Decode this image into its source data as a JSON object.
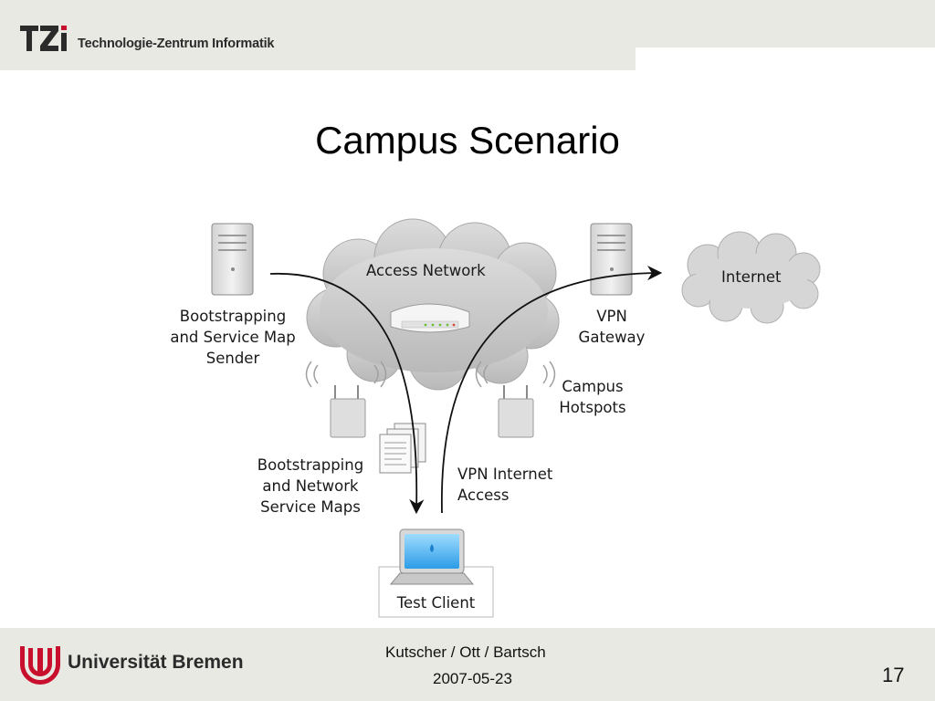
{
  "header": {
    "logo_text": "TZi",
    "institute": "Technologie-Zentrum Informatik"
  },
  "slide": {
    "title": "Campus Scenario"
  },
  "diagram": {
    "access_network": "Access Network",
    "internet": "Internet",
    "sender_line1": "Bootstrapping",
    "sender_line2": "and Service Map",
    "sender_line3": "Sender",
    "vpn_line1": "VPN",
    "vpn_line2": "Gateway",
    "hotspots_line1": "Campus",
    "hotspots_line2": "Hotspots",
    "maps_line1": "Bootstrapping",
    "maps_line2": "and Network",
    "maps_line3": "Service Maps",
    "vpn_access_line1": "VPN Internet",
    "vpn_access_line2": "Access",
    "client": "Test Client"
  },
  "footer": {
    "university": "Universität Bremen",
    "authors": "Kutscher / Ott / Bartsch",
    "date": "2007-05-23",
    "page": "17"
  }
}
